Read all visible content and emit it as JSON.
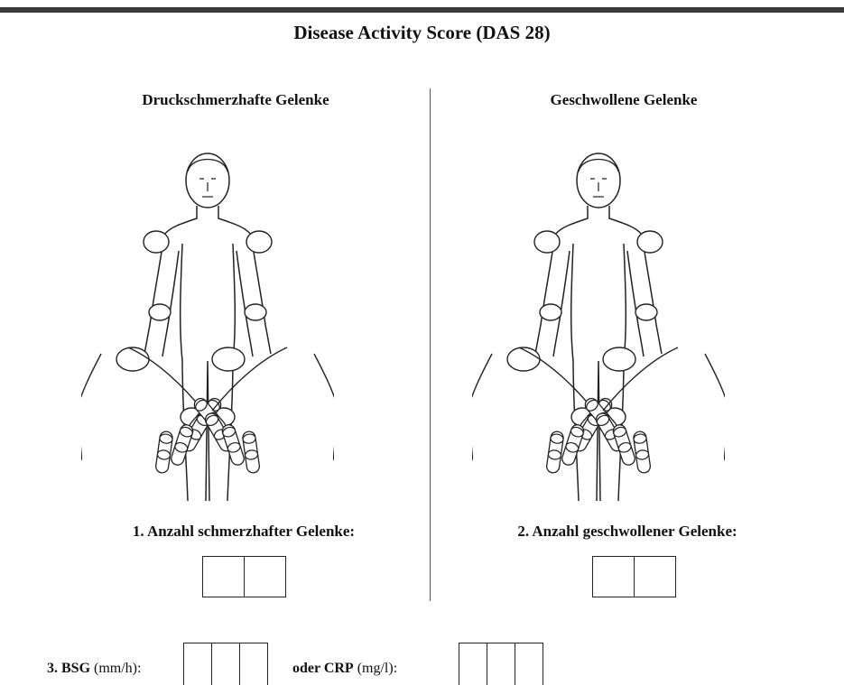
{
  "title": "Disease Activity Score (DAS 28)",
  "left": {
    "heading": "Druckschmerzhafte Gelenke",
    "count_label": "1. Anzahl schmerzhafter Gelenke:",
    "count_value": ""
  },
  "right": {
    "heading": "Geschwollene Gelenke",
    "count_label": "2. Anzahl geschwollener Gelenke:",
    "count_value": ""
  },
  "bsg": {
    "number": "3. BSG",
    "unit": " (mm/h):",
    "value": ""
  },
  "crp": {
    "prefix": "oder CRP",
    "unit": " (mg/l):",
    "value": ""
  },
  "figure_icon": "human-body-joints-diagram"
}
